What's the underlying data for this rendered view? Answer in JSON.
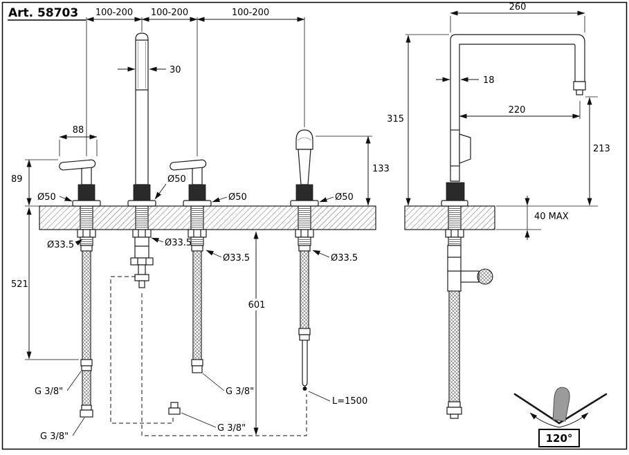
{
  "title": "Art. 58703",
  "front": {
    "spacing_1": "100-200",
    "spacing_2": "100-200",
    "spacing_3": "100-200",
    "spout_width": "30",
    "lever_length": "88",
    "lever_height": "89",
    "flange_dia_1": "Ø50",
    "flange_dia_2": "Ø50",
    "flange_dia_3": "Ø50",
    "flange_dia_4": "Ø50",
    "spray_height": "133",
    "shank_dia_1": "Ø33.5",
    "shank_dia_2": "Ø33.5",
    "shank_dia_3": "Ø33.5",
    "shank_dia_4": "Ø33.5",
    "supply_hose_drop": "521",
    "pullout_hose_drop": "601",
    "connection_1": "G 3/8\"",
    "connection_2": "G 3/8\"",
    "connection_3": "G 3/8\"",
    "connection_4": "G 3/8\"",
    "spray_hose_length": "L=1500"
  },
  "side": {
    "reach_overall": "260",
    "tube_width": "18",
    "reach_outlet": "220",
    "height_above_deck": "315",
    "outlet_height": "213",
    "deck_thickness_max": "40 MAX",
    "swivel_angle": "120°"
  }
}
